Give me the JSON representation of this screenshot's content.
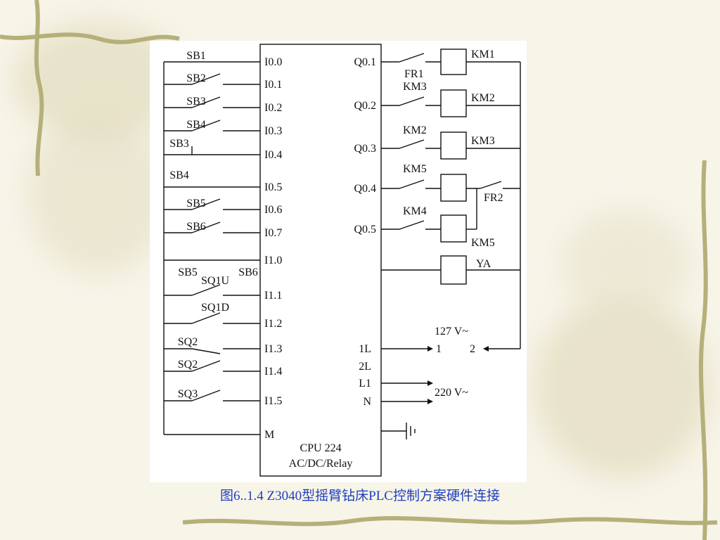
{
  "diagram": {
    "input_contacts": [
      "SB1",
      "SB2",
      "SB3",
      "SB4",
      "SB3",
      "SB4",
      "SB5",
      "SB6",
      "SB5",
      "SB6",
      "SQ1U",
      "SQ1D",
      "SQ2",
      "SQ2",
      "SQ3"
    ],
    "plc_inputs": [
      "I0.0",
      "I0.1",
      "I0.2",
      "I0.3",
      "I0.4",
      "I0.5",
      "I0.6",
      "I0.7",
      "I1.0",
      "I1.1",
      "I1.2",
      "I1.3",
      "I1.4",
      "I1.5",
      "M"
    ],
    "plc_outputs": [
      "Q0.1",
      "Q0.2",
      "Q0.3",
      "Q0.4",
      "Q0.5"
    ],
    "plc_power": [
      "1L",
      "2L",
      "L1",
      "N"
    ],
    "plc_model": "CPU 224",
    "plc_type": "AC/DC/Relay",
    "output_contacts": [
      "FR1",
      "KM3",
      "KM2",
      "KM5",
      "KM4",
      "FR2"
    ],
    "coils": [
      "KM1",
      "KM2",
      "KM3",
      "KM5",
      "YA"
    ],
    "supply_127": "127 V~",
    "supply_220": "220 V~",
    "terminal_1": "1",
    "terminal_2": "2"
  },
  "caption": "图6..1.4  Z3040型摇臂钻床PLC控制方案硬件连接"
}
